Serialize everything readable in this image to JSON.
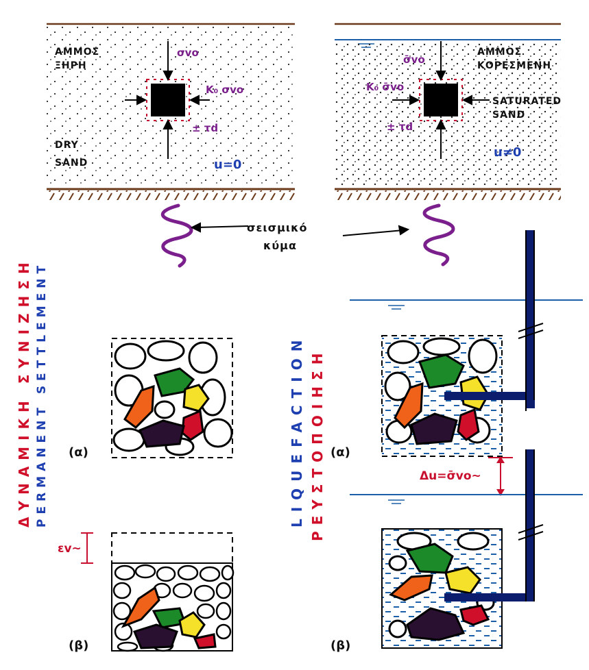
{
  "dry": {
    "label_gr": [
      "ΑΜΜΟΣ",
      "ΞΗΡΗ"
    ],
    "label_en": [
      "DRY",
      "SAND"
    ],
    "sigma": "σvo",
    "k0": "K₀ σvo",
    "tau": "± τd",
    "u": "u=0"
  },
  "saturated": {
    "label_gr": [
      "ΑΜΜΟΣ",
      "ΚΟΡΕΣΜΕΝΗ"
    ],
    "label_en": [
      "SATURATED",
      "SAND"
    ],
    "sigma": "σ̄vo",
    "k0": "K₀ σ̄vo",
    "tau": "± τd",
    "u": "u≠0"
  },
  "wave_label": [
    "σεισμικό",
    "κύμα"
  ],
  "left_title_gr": "ΔΥΝΑΜΙΚΗ ΣΥΝΙΖΗΣΗ",
  "left_title_en": "PERMANENT SETTLEMENT",
  "right_title_en": "LIQUEFACTION",
  "right_title_gr": "ΡΕΥΣΤΟΠΟΙΗΣΗ",
  "panels": {
    "a_left": "(α)",
    "b_left": "(β)",
    "a_right": "(α)",
    "b_right": "(β)"
  },
  "strain_label": "εv~",
  "pore_label": "Δu=σ̄vo~",
  "colors": {
    "purple": "#7a1f8c",
    "blue": "#1d3fb0",
    "red": "#d0102a",
    "ground": "#6b3a1a",
    "water": "#1b5fa8",
    "pipe": "#0d1d6e"
  }
}
